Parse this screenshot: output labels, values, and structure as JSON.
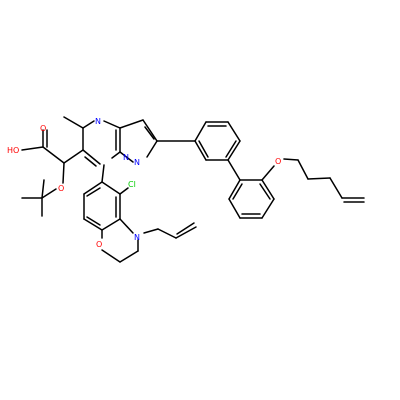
{
  "colors": {
    "bond": "#000000",
    "oxygen": "#ff0000",
    "nitrogen": "#0000ff",
    "chlorine": "#00cc00",
    "background": "#ffffff"
  },
  "labels": {
    "O_carbonyl": "O",
    "HO": "HO",
    "O_ether": "O",
    "N1": "N",
    "N2": "N",
    "N3": "N",
    "Cl": "Cl",
    "N_ring": "N",
    "O_ring": "O",
    "O_pentenyl": "O"
  }
}
